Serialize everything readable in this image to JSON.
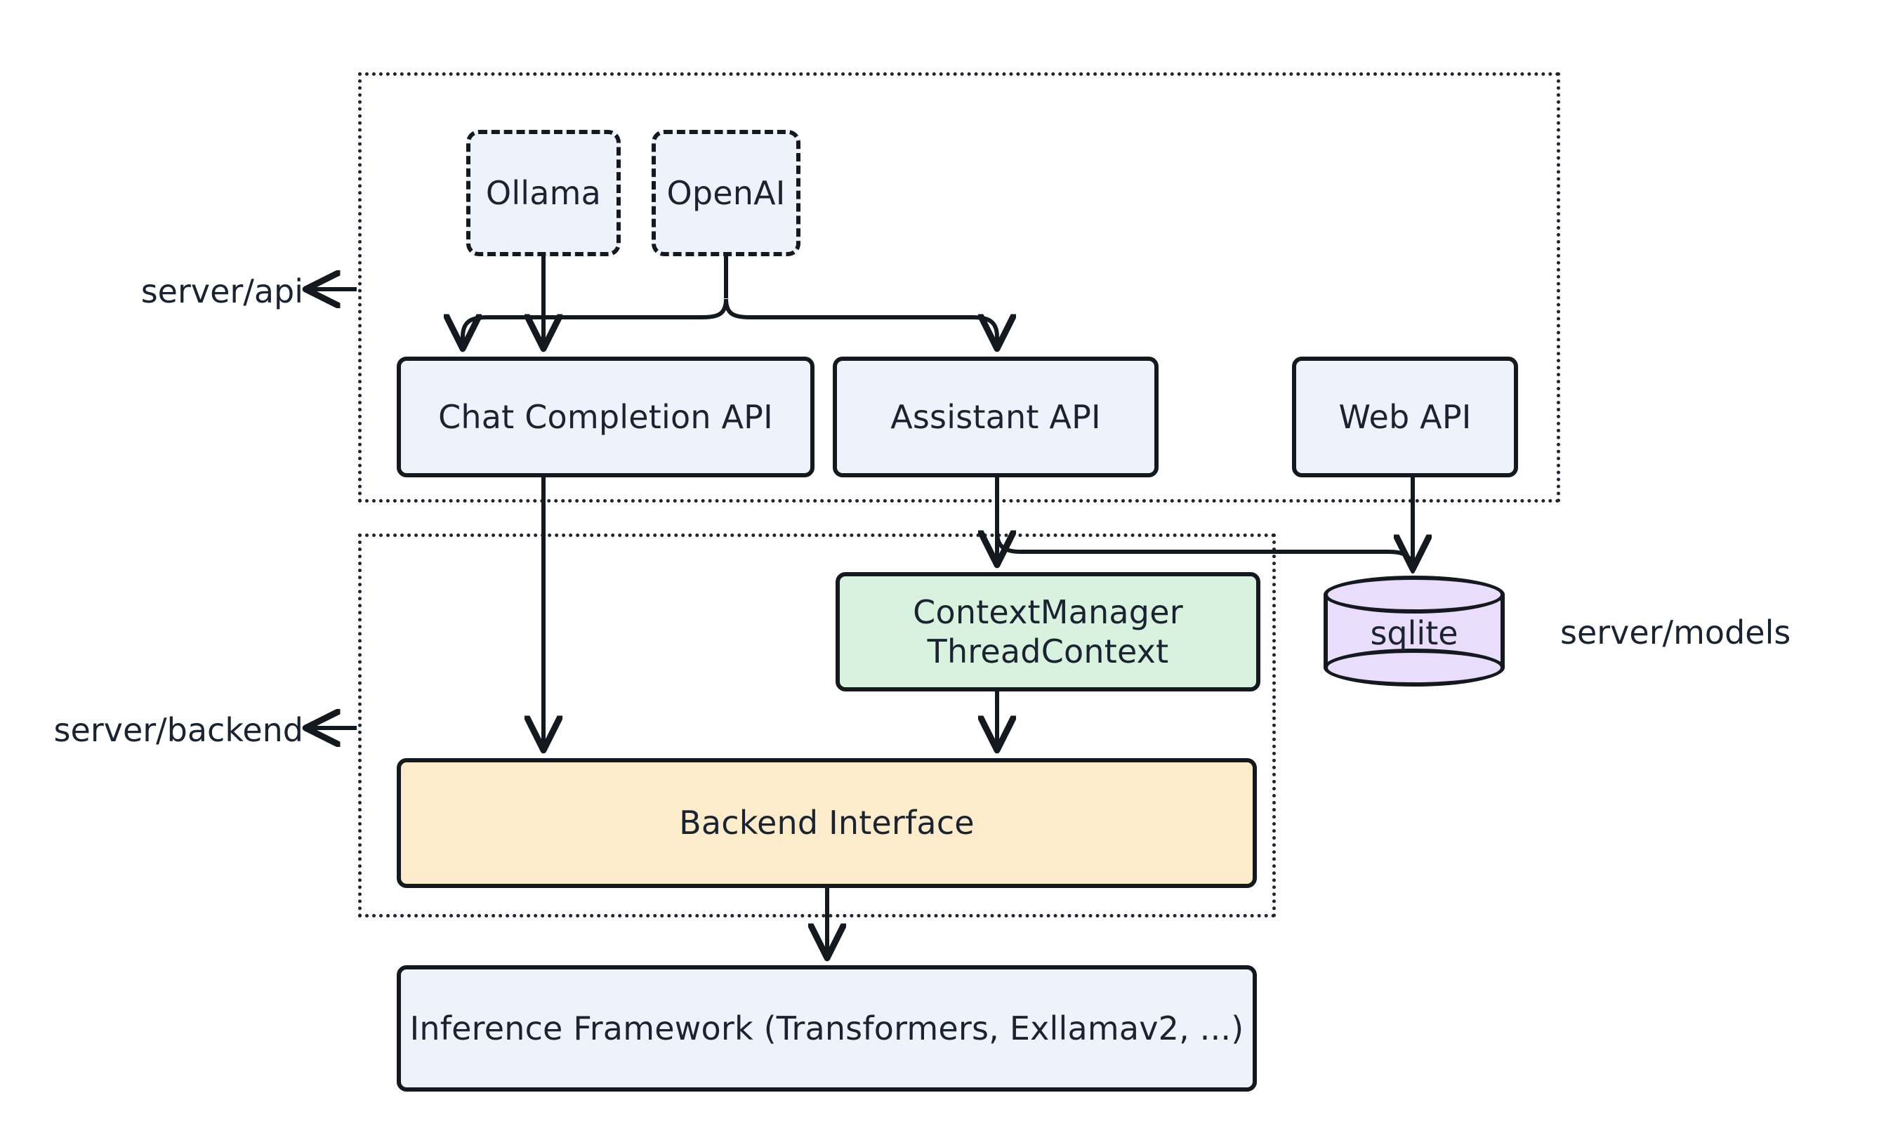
{
  "diagram": {
    "title": "Server architecture diagram",
    "background": "#ffffff",
    "stroke_color": "#14181f",
    "text_color": "#1b2330"
  },
  "containers": [
    {
      "id": "server-api",
      "label": "server/api",
      "style": "dotted",
      "callout": "arrow-left"
    },
    {
      "id": "server-backend",
      "label": "server/backend",
      "style": "dotted",
      "callout": "arrow-left"
    }
  ],
  "standalone_labels": [
    {
      "id": "server-models",
      "label": "server/models"
    }
  ],
  "nodes": {
    "ollama": {
      "label": "Ollama",
      "shape": "rounded-rect",
      "border": "dashed",
      "fill": "#eef2fb"
    },
    "openai": {
      "label": "OpenAI",
      "shape": "rounded-rect",
      "border": "dashed",
      "fill": "#eef2fb"
    },
    "chat_api": {
      "label": "Chat Completion API",
      "shape": "rounded-rect",
      "border": "solid",
      "fill": "#eef2fb"
    },
    "assistant_api": {
      "label": "Assistant API",
      "shape": "rounded-rect",
      "border": "solid",
      "fill": "#eef2fb"
    },
    "web_api": {
      "label": "Web API",
      "shape": "rounded-rect",
      "border": "solid",
      "fill": "#eef2fb"
    },
    "context": {
      "label": "ContextManager\nThreadContext",
      "shape": "rounded-rect",
      "border": "solid",
      "fill": "#d9f2e0"
    },
    "sqlite": {
      "label": "sqlite",
      "shape": "cylinder",
      "border": "solid",
      "fill": "#e9ddfb"
    },
    "backend": {
      "label": "Backend Interface",
      "shape": "rounded-rect",
      "border": "solid",
      "fill": "#fceccb"
    },
    "inference": {
      "label": "Inference Framework (Transformers, Exllamav2, ...)",
      "shape": "rounded-rect",
      "border": "solid",
      "fill": "#eef2fb"
    }
  },
  "edges": [
    {
      "from": "ollama",
      "to": "chat_api",
      "arrow": "end"
    },
    {
      "from": "openai",
      "to": "chat_api",
      "arrow": "end"
    },
    {
      "from": "openai",
      "to": "assistant_api",
      "arrow": "end"
    },
    {
      "from": "chat_api",
      "to": "backend",
      "arrow": "end"
    },
    {
      "from": "assistant_api",
      "to": "context",
      "arrow": "end"
    },
    {
      "from": "assistant_api",
      "to": "sqlite",
      "arrow": "end"
    },
    {
      "from": "web_api",
      "to": "sqlite",
      "arrow": "end"
    },
    {
      "from": "context",
      "to": "backend",
      "arrow": "end"
    },
    {
      "from": "backend",
      "to": "inference",
      "arrow": "end"
    }
  ]
}
